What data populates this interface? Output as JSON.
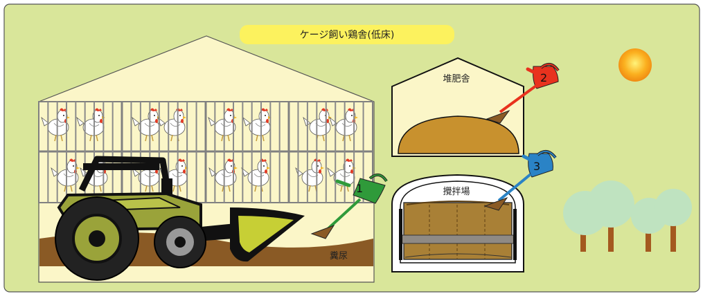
{
  "labels": {
    "title": "ケージ飼い鶏舎(低床)",
    "compost_house": "堆肥舎",
    "mixing_area": "攪拌場",
    "manure": "糞尿"
  },
  "steps": [
    {
      "number": "1",
      "color": "#2f9a3a"
    },
    {
      "number": "2",
      "color": "#e8321e"
    },
    {
      "number": "3",
      "color": "#2a83c6"
    }
  ],
  "colors": {
    "background": "#d9e69a",
    "barn_fill": "#fbf6c8",
    "cage_bars": "#888888",
    "manure": "#8a5a25",
    "compost": "#c8912e",
    "tractor_body": "#9aa33a",
    "sun": "#f7a81b",
    "tree_leaves": "#bfe3c0",
    "tree_trunk": "#a4591f",
    "title_badge": "#fcf25e"
  },
  "icons": [
    "chicken-icon",
    "tractor-icon",
    "watering-can-icon",
    "sun-icon",
    "tree-icon",
    "rake-icon"
  ]
}
